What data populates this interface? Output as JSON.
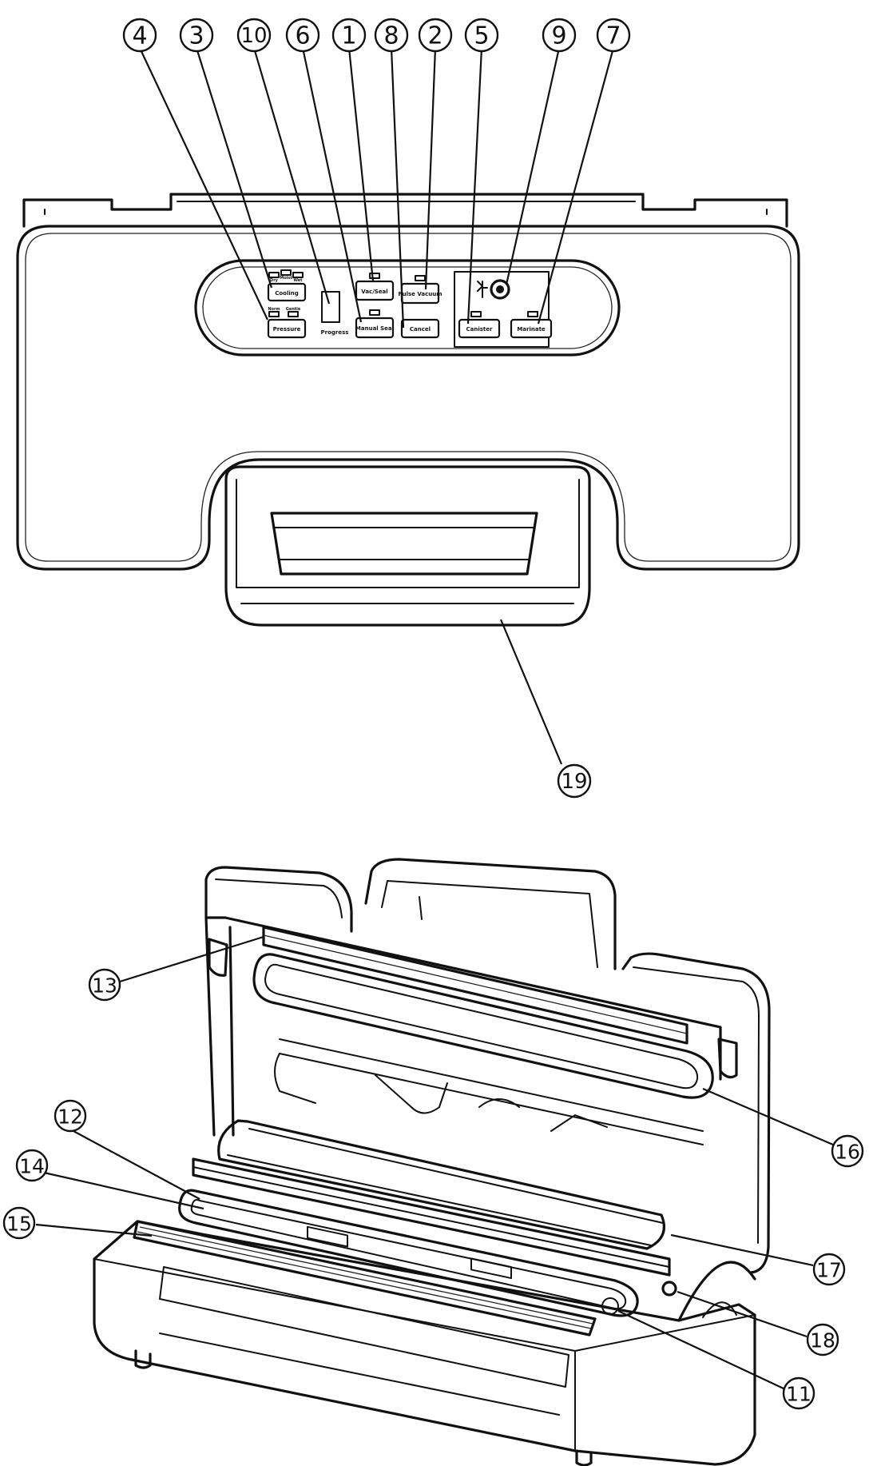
{
  "panel": {
    "buttons": {
      "cooling": "Cooling",
      "pressure": "Pressure",
      "progress": "Progress",
      "vacuseal": "Vac/Seal",
      "manual_seal": "Manual Seal",
      "pulse_vacuum": "Pulse Vacuum",
      "cancel": "Cancel",
      "canister": "Canister",
      "marinate": "Marinate"
    },
    "mode_tags": {
      "dry": "Dry",
      "moist": "Moist",
      "wet": "Wet",
      "norm": "Norm",
      "gentle": "Gentle"
    }
  },
  "callouts": [
    {
      "id": "c4",
      "num": "4"
    },
    {
      "id": "c3",
      "num": "3"
    },
    {
      "id": "c10",
      "num": "10"
    },
    {
      "id": "c6",
      "num": "6"
    },
    {
      "id": "c1",
      "num": "1"
    },
    {
      "id": "c8",
      "num": "8"
    },
    {
      "id": "c2",
      "num": "2"
    },
    {
      "id": "c5",
      "num": "5"
    },
    {
      "id": "c9",
      "num": "9"
    },
    {
      "id": "c7",
      "num": "7"
    },
    {
      "id": "c19",
      "num": "19"
    },
    {
      "id": "c13",
      "num": "13"
    },
    {
      "id": "c12",
      "num": "12"
    },
    {
      "id": "c14",
      "num": "14"
    },
    {
      "id": "c15",
      "num": "15"
    },
    {
      "id": "c16",
      "num": "16"
    },
    {
      "id": "c17",
      "num": "17"
    },
    {
      "id": "c18",
      "num": "18"
    },
    {
      "id": "c11",
      "num": "11"
    }
  ]
}
